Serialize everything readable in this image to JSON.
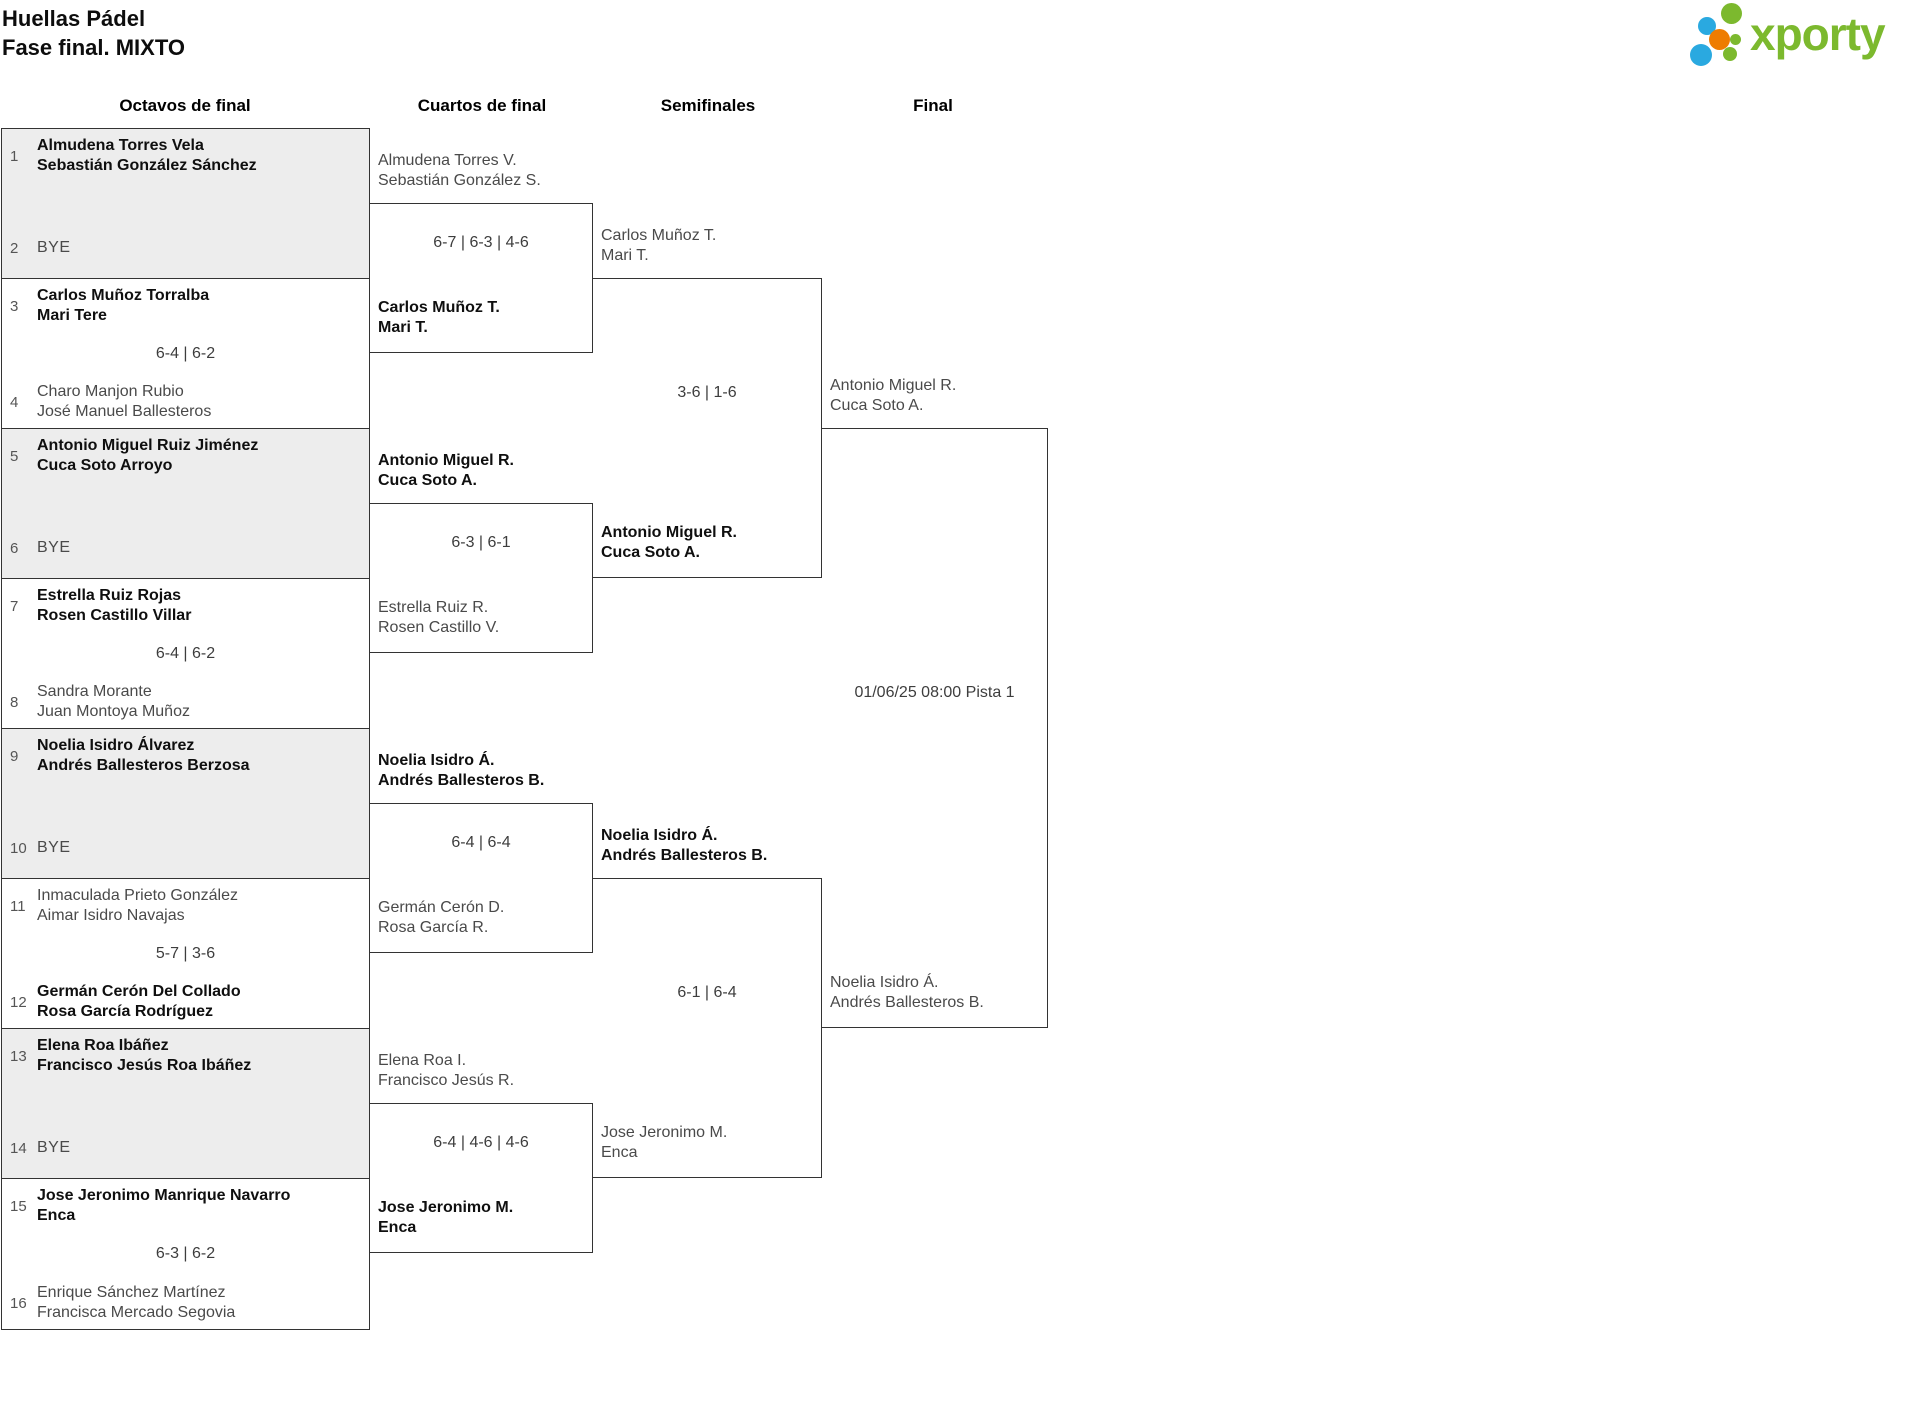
{
  "title": {
    "line1": "Huellas Pádel",
    "line2": "Fase final. MIXTO"
  },
  "logo": {
    "text": "xporty",
    "colors": {
      "green": "#7cb92e",
      "blue": "#2aa9e0",
      "orange": "#ee7c00"
    }
  },
  "round_headers": [
    "Octavos de final",
    "Cuartos de final",
    "Semifinales",
    "Final"
  ],
  "bracket": {
    "r16": [
      {
        "seed_top": "1",
        "top": [
          "Almudena Torres Vela",
          "Sebastián González Sánchez"
        ],
        "score": "",
        "seed_bot": "2",
        "bot": [
          "BYE"
        ]
      },
      {
        "seed_top": "3",
        "top": [
          "Carlos Muñoz Torralba",
          "Mari Tere"
        ],
        "score": "6-4 | 6-2",
        "seed_bot": "4",
        "bot": [
          "Charo Manjon Rubio",
          "José Manuel Ballesteros"
        ]
      },
      {
        "seed_top": "5",
        "top": [
          "Antonio Miguel Ruiz Jiménez",
          "Cuca Soto Arroyo"
        ],
        "score": "",
        "seed_bot": "6",
        "bot": [
          "BYE"
        ]
      },
      {
        "seed_top": "7",
        "top": [
          "Estrella Ruiz Rojas",
          "Rosen Castillo Villar"
        ],
        "score": "6-4 | 6-2",
        "seed_bot": "8",
        "bot": [
          "Sandra Morante",
          "Juan Montoya Muñoz"
        ]
      },
      {
        "seed_top": "9",
        "top": [
          "Noelia Isidro Álvarez",
          "Andrés Ballesteros Berzosa"
        ],
        "score": "",
        "seed_bot": "10",
        "bot": [
          "BYE"
        ]
      },
      {
        "seed_top": "11",
        "top": [
          "Inmaculada Prieto González",
          "Aimar Isidro Navajas"
        ],
        "score": "5-7 | 3-6",
        "seed_bot": "12",
        "bot": [
          "Germán Cerón Del Collado",
          "Rosa García Rodríguez"
        ]
      },
      {
        "seed_top": "13",
        "top": [
          "Elena Roa Ibáñez",
          "Francisco Jesús Roa Ibáñez"
        ],
        "score": "",
        "seed_bot": "14",
        "bot": [
          "BYE"
        ]
      },
      {
        "seed_top": "15",
        "top": [
          "Jose Jeronimo Manrique Navarro",
          "Enca"
        ],
        "score": "6-3 | 6-2",
        "seed_bot": "16",
        "bot": [
          "Enrique Sánchez Martínez",
          "Francisca Mercado Segovia"
        ]
      }
    ],
    "qf": [
      {
        "top": [
          "Almudena Torres V.",
          "Sebastián González S."
        ],
        "score": "6-7 | 6-3 | 4-6",
        "bot": [
          "Carlos Muñoz T.",
          "Mari T."
        ]
      },
      {
        "top": [
          "Antonio Miguel R.",
          "Cuca Soto A."
        ],
        "score": "6-3 | 6-1",
        "bot": [
          "Estrella Ruiz R.",
          "Rosen Castillo V."
        ]
      },
      {
        "top": [
          "Noelia Isidro Á.",
          "Andrés Ballesteros B."
        ],
        "score": "6-4 | 6-4",
        "bot": [
          "Germán Cerón D.",
          "Rosa García R."
        ]
      },
      {
        "top": [
          "Elena Roa I.",
          "Francisco Jesús R."
        ],
        "score": "6-4 | 4-6 | 4-6",
        "bot": [
          "Jose Jeronimo M.",
          "Enca"
        ]
      }
    ],
    "sf": [
      {
        "top": [
          "Carlos Muñoz T.",
          "Mari T."
        ],
        "score": "3-6 | 1-6",
        "bot": [
          "Antonio Miguel R.",
          "Cuca Soto A."
        ]
      },
      {
        "top": [
          "Noelia Isidro Á.",
          "Andrés Ballesteros B."
        ],
        "score": "6-1 | 6-4",
        "bot": [
          "Jose Jeronimo M.",
          "Enca"
        ]
      }
    ],
    "final": {
      "top": [
        "Antonio Miguel R.",
        "Cuca Soto A."
      ],
      "info": "01/06/25 08:00 Pista 1",
      "bot": [
        "Noelia Isidro Á.",
        "Andrés Ballesteros B."
      ]
    }
  }
}
